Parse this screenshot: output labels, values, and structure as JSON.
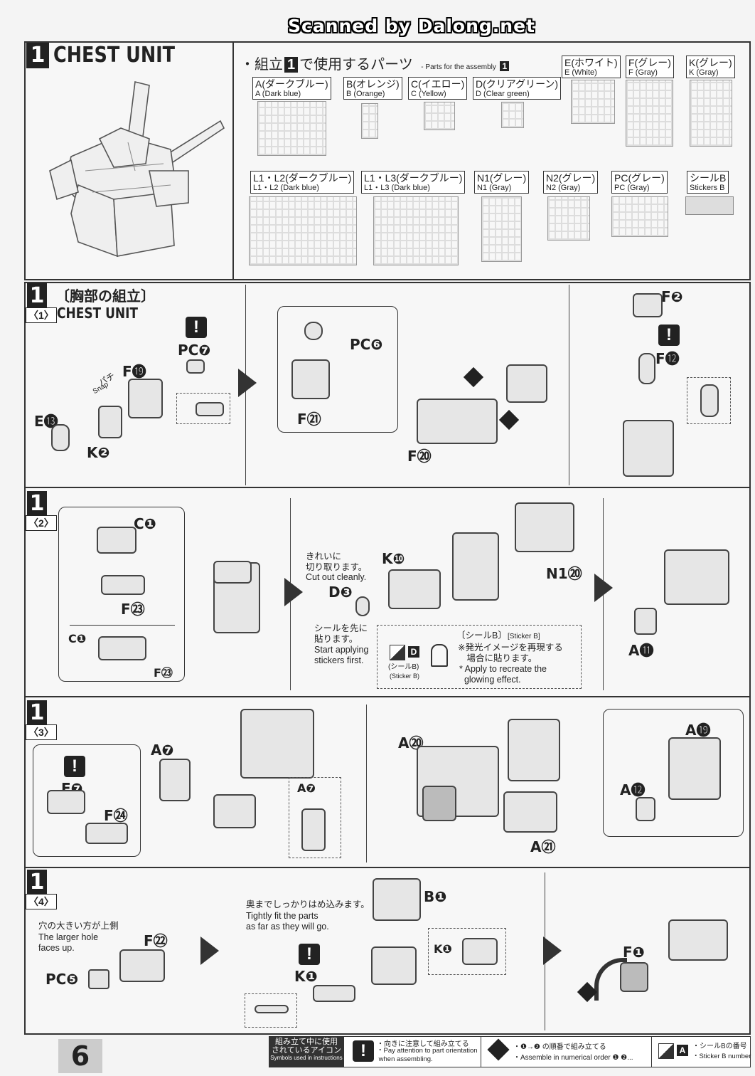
{
  "scan_banner": "Scanned by Dalong.net",
  "header": {
    "step": "1",
    "title": "CHEST UNIT"
  },
  "parts_intro": {
    "jp": "・組立",
    "num": "1",
    "jp2": "で使用するパーツ",
    "en": "- Parts for the assembly",
    "en_num": "1"
  },
  "parts": [
    {
      "jp": "A(ダークブルー)",
      "en": "A (Dark blue)"
    },
    {
      "jp": "B(オレンジ)",
      "en": "B (Orange)"
    },
    {
      "jp": "C(イエロー)",
      "en": "C (Yellow)"
    },
    {
      "jp": "D(クリアグリーン)",
      "en": "D (Clear green)"
    },
    {
      "jp": "E(ホワイト)",
      "en": "E (White)"
    },
    {
      "jp": "F(グレー)",
      "en": "F (Gray)"
    },
    {
      "jp": "K(グレー)",
      "en": "K (Gray)"
    },
    {
      "jp": "L1・L2(ダークブルー)",
      "en": "L1・L2 (Dark blue)"
    },
    {
      "jp": "L1・L3(ダークブルー)",
      "en": "L1・L3 (Dark blue)"
    },
    {
      "jp": "N1(グレー)",
      "en": "N1 (Gray)"
    },
    {
      "jp": "N2(グレー)",
      "en": "N2 (Gray)"
    },
    {
      "jp": "PC(グレー)",
      "en": "PC (Gray)"
    },
    {
      "jp": "シールB",
      "en": "Stickers B"
    }
  ],
  "step1": {
    "num": "1",
    "sub": "〈1〉",
    "jp": "〔胸部の組立〕",
    "en": "CHEST UNIT",
    "labels": {
      "pc7": "PC❼",
      "f19": "F⓳",
      "e13": "E⓭",
      "k2": "K❷",
      "snap": "Snap",
      "pachi": "パチ",
      "pc6": "PC❻",
      "f21": "F㉑",
      "f20": "F⑳",
      "f2": "F❷",
      "f12": "F⓬"
    }
  },
  "step2": {
    "sub": "〈2〉",
    "labels": {
      "c1": "C❶",
      "f23": "F㉓",
      "c1b": "C❶",
      "f23b": "F㉓",
      "k10": "K❿",
      "d3": "D❸",
      "n1_20": "N1⑳",
      "a11": "A⓫"
    },
    "note_cut_jp": "きれいに\n切り取ります。",
    "note_cut_en": "Cut out cleanly.",
    "note_sticker_jp": "シールを先に\n貼ります。",
    "note_sticker_en": "Start applying\nstickers first.",
    "stickerb_jp": "〔シールB〕",
    "stickerb_en": "[Sticker B]",
    "glow_jp": "※発光イメージを再現する\n　場合に貼ります。",
    "glow_en": "* Apply to recreate the\n  glowing effect.",
    "seal_jp": "(シールB)",
    "seal_en": "(Sticker B)",
    "d_mark": "D"
  },
  "step3": {
    "sub": "〈3〉",
    "labels": {
      "a7": "A❼",
      "e7": "E❼",
      "f24": "F㉔",
      "a7b": "A❼",
      "a20": "A⑳",
      "a19": "A⓳",
      "a12": "A⓬",
      "a21": "A㉑"
    }
  },
  "step4": {
    "sub": "〈4〉",
    "labels": {
      "f22": "F㉒",
      "pc5": "PC❺",
      "k1": "K❶",
      "b1": "B❶",
      "k1b": "K❶",
      "f1": "F❶"
    },
    "hole_jp": "穴の大きい方が上側",
    "hole_en": "The larger hole\nfaces up.",
    "fit_jp": "奥までしっかりはめ込みます。",
    "fit_en": "Tightly fit the parts\nas far as they will go."
  },
  "footer": {
    "icons_jp": "組み立て中に使用\nされているアイコン",
    "icons_en": "Symbols used in instructions",
    "orient_jp": "・向きに注意して組み立てる",
    "orient_en": "・Pay attention to part orientation\n when assembling.",
    "order_jp": "・❶→❷ の順番で組み立てる",
    "order_en": "・Assemble in numerical order ❶ ❷...",
    "sticker_jp": "・シールBの番号",
    "sticker_en": "・Sticker B number",
    "sticker_mark": "A",
    "page": "6"
  }
}
